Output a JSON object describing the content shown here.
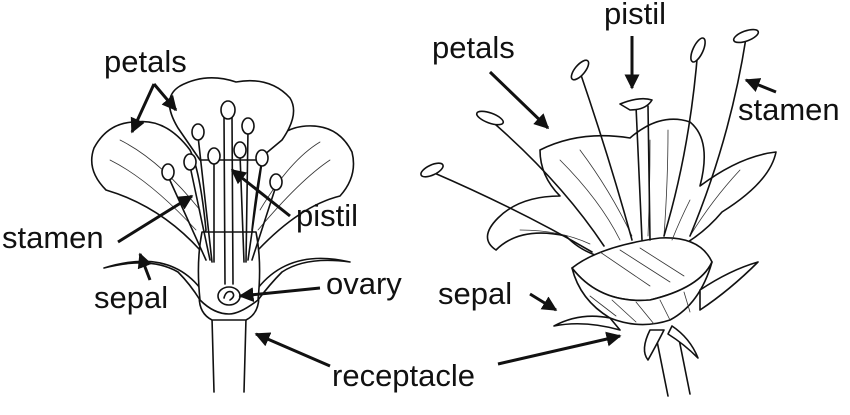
{
  "left_flower": {
    "labels": {
      "petals": "petals",
      "stamen": "stamen",
      "pistil": "pistil",
      "sepal": "sepal",
      "ovary": "ovary"
    }
  },
  "right_flower": {
    "labels": {
      "petals": "petals",
      "pistil": "pistil",
      "stamen": "stamen",
      "sepal": "sepal"
    }
  },
  "shared_labels": {
    "receptacle": "receptacle"
  },
  "colors": {
    "ink": "#111111",
    "background": "#ffffff"
  }
}
